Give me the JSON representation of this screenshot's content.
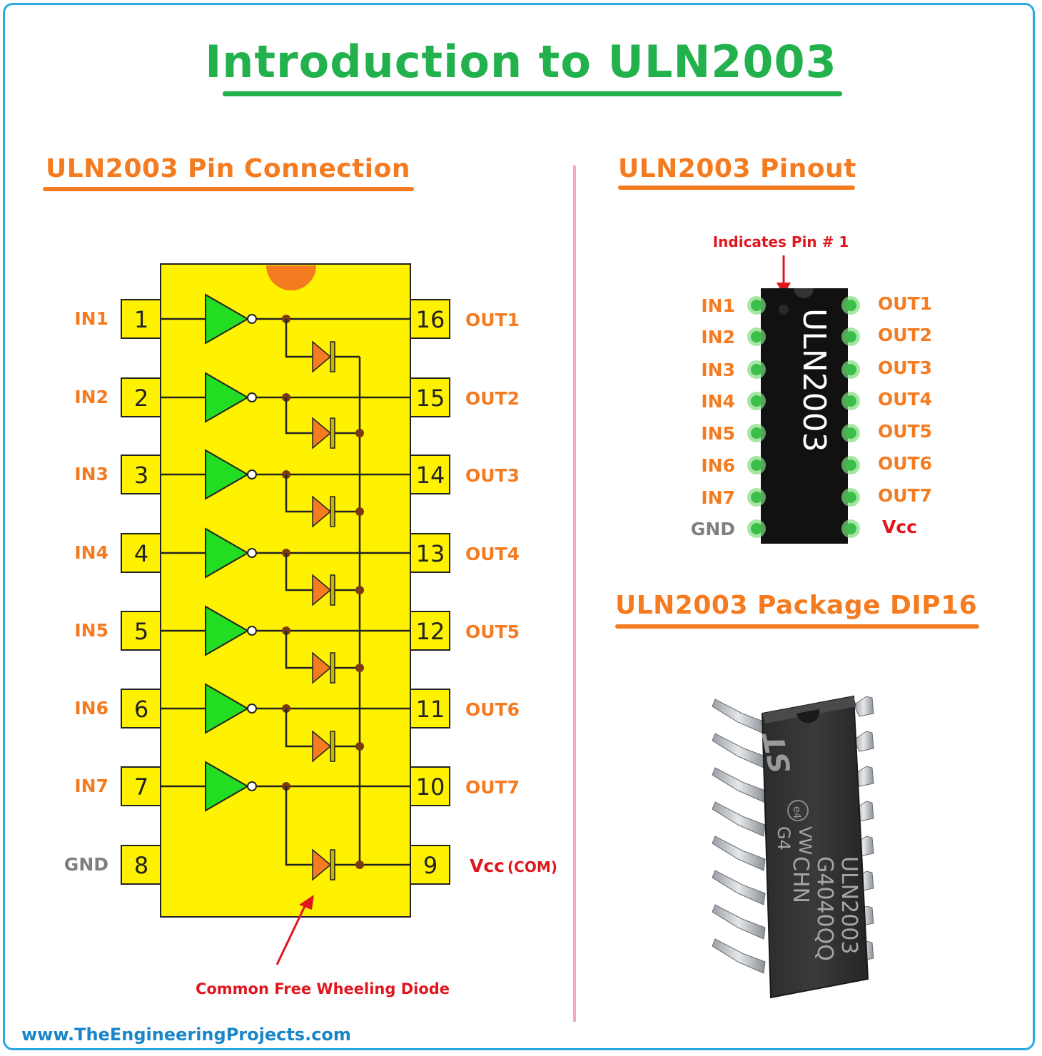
{
  "title": "Introduction to ULN2003",
  "sections": {
    "pin_connection": "ULN2003 Pin Connection",
    "pinout": "ULN2003 Pinout",
    "package": "ULN2003 Package DIP16"
  },
  "connection_diagram": {
    "left_pins": [
      {
        "label": "IN1",
        "num": "1"
      },
      {
        "label": "IN2",
        "num": "2"
      },
      {
        "label": "IN3",
        "num": "3"
      },
      {
        "label": "IN4",
        "num": "4"
      },
      {
        "label": "IN5",
        "num": "5"
      },
      {
        "label": "IN6",
        "num": "6"
      },
      {
        "label": "IN7",
        "num": "7"
      },
      {
        "label": "GND",
        "num": "8"
      }
    ],
    "right_pins": [
      {
        "label": "OUT1",
        "num": "16"
      },
      {
        "label": "OUT2",
        "num": "15"
      },
      {
        "label": "OUT3",
        "num": "14"
      },
      {
        "label": "OUT4",
        "num": "13"
      },
      {
        "label": "OUT5",
        "num": "12"
      },
      {
        "label": "OUT6",
        "num": "11"
      },
      {
        "label": "OUT7",
        "num": "10"
      },
      {
        "label": "Vcc",
        "suffix": "(COM)",
        "num": "9"
      }
    ],
    "diode_note": "Common Free Wheeling Diode",
    "colors": {
      "body": "#fff200",
      "buffer": "#22dd22",
      "diode": "#f47b20",
      "node": "#7a3b10"
    }
  },
  "pinout_diagram": {
    "pin1_note": "Indicates Pin # 1",
    "chip_text": "ULN2003",
    "left_labels": [
      "IN1",
      "IN2",
      "IN3",
      "IN4",
      "IN5",
      "IN6",
      "IN7",
      "GND"
    ],
    "right_labels": [
      "OUT1",
      "OUT2",
      "OUT3",
      "OUT4",
      "OUT5",
      "OUT6",
      "OUT7",
      "Vcc"
    ]
  },
  "package_photo": {
    "logo": "ST",
    "marking_lines": [
      "ULN2003",
      "G4040QQ",
      "CHN"
    ],
    "left_marking_lines": [
      "VW",
      "G4"
    ],
    "cert_mark": "e4"
  },
  "footer": {
    "website": "www.TheEngineeringProjects.com"
  }
}
